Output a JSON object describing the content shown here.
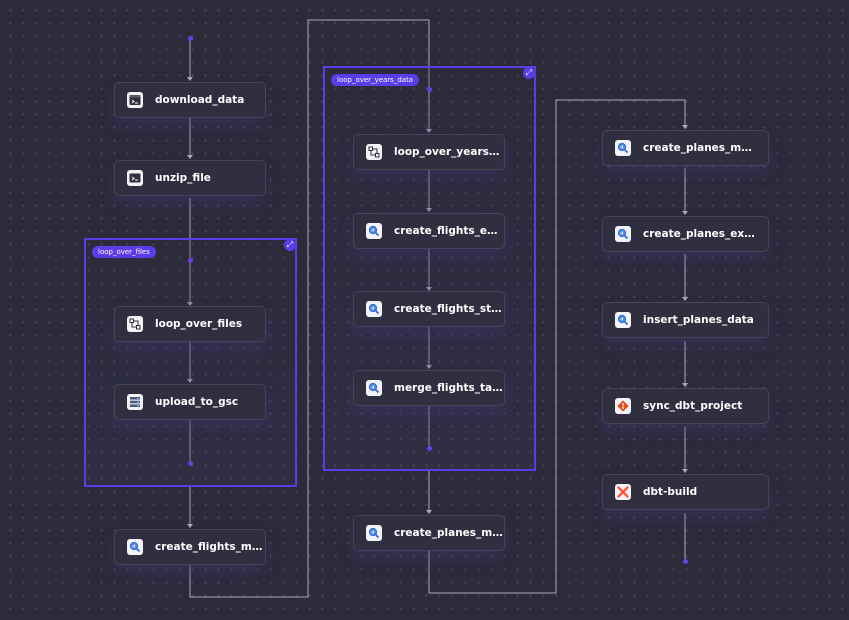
{
  "colors": {
    "background": "#2b2b3a",
    "node_bg": "#2f2f3f",
    "node_border": "#44445a",
    "cluster_accent": "#5b3ce6",
    "edge": "#a9a9bf"
  },
  "clusters": [
    {
      "id": "loop_over_files",
      "label": "loop_over_files",
      "expand_icon": "expand-arrows-icon"
    },
    {
      "id": "loop_over_years_data",
      "label": "loop_over_years_data",
      "expand_icon": "expand-arrows-icon"
    }
  ],
  "tasks": [
    {
      "id": "download_data",
      "label": "download_data",
      "icon": "terminal-icon"
    },
    {
      "id": "unzip_file",
      "label": "unzip_file",
      "icon": "terminal-icon"
    },
    {
      "id": "loop_over_files",
      "label": "loop_over_files",
      "icon": "loop-flow-icon"
    },
    {
      "id": "upload_to_gsc",
      "label": "upload_to_gsc",
      "icon": "storage-icon"
    },
    {
      "id": "create_flights_main",
      "label": "create_flights_mai...",
      "icon": "bigquery-icon"
    },
    {
      "id": "loop_over_years_data",
      "label": "loop_over_years_da...",
      "icon": "loop-flow-icon"
    },
    {
      "id": "create_flights_external",
      "label": "create_flights_exte...",
      "icon": "bigquery-icon"
    },
    {
      "id": "create_flights_staging",
      "label": "create_flights_stag...",
      "icon": "bigquery-icon"
    },
    {
      "id": "merge_flights_tables",
      "label": "merge_flights_tables",
      "icon": "bigquery-icon"
    },
    {
      "id": "create_planes_main_mid",
      "label": "create_planes_mai...",
      "icon": "bigquery-icon"
    },
    {
      "id": "create_planes_main_top",
      "label": "create_planes_mai...",
      "icon": "bigquery-icon"
    },
    {
      "id": "create_planes_external",
      "label": "create_planes_exte...",
      "icon": "bigquery-icon"
    },
    {
      "id": "insert_planes_data",
      "label": "insert_planes_data",
      "icon": "bigquery-icon"
    },
    {
      "id": "sync_dbt_project",
      "label": "sync_dbt_project",
      "icon": "git-icon"
    },
    {
      "id": "dbt_build",
      "label": "dbt-build",
      "icon": "dbt-icon"
    }
  ]
}
